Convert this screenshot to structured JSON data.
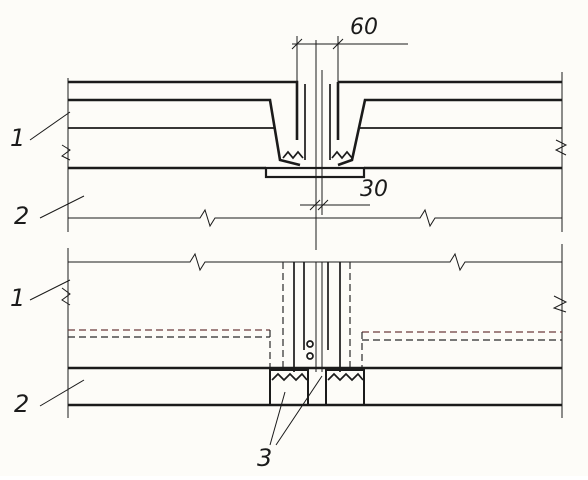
{
  "labels": {
    "top_dimension": "60",
    "bottom_dimension": "30",
    "layer_1_top": "1",
    "layer_2_top": "2",
    "layer_1_bottom": "1",
    "layer_2_bottom": "2",
    "seal_callout": "3"
  },
  "colors": {
    "ink": "#1b1b1b",
    "paper": "#fdfcf8",
    "dashed_reinforcement": "#6b3b3b"
  }
}
